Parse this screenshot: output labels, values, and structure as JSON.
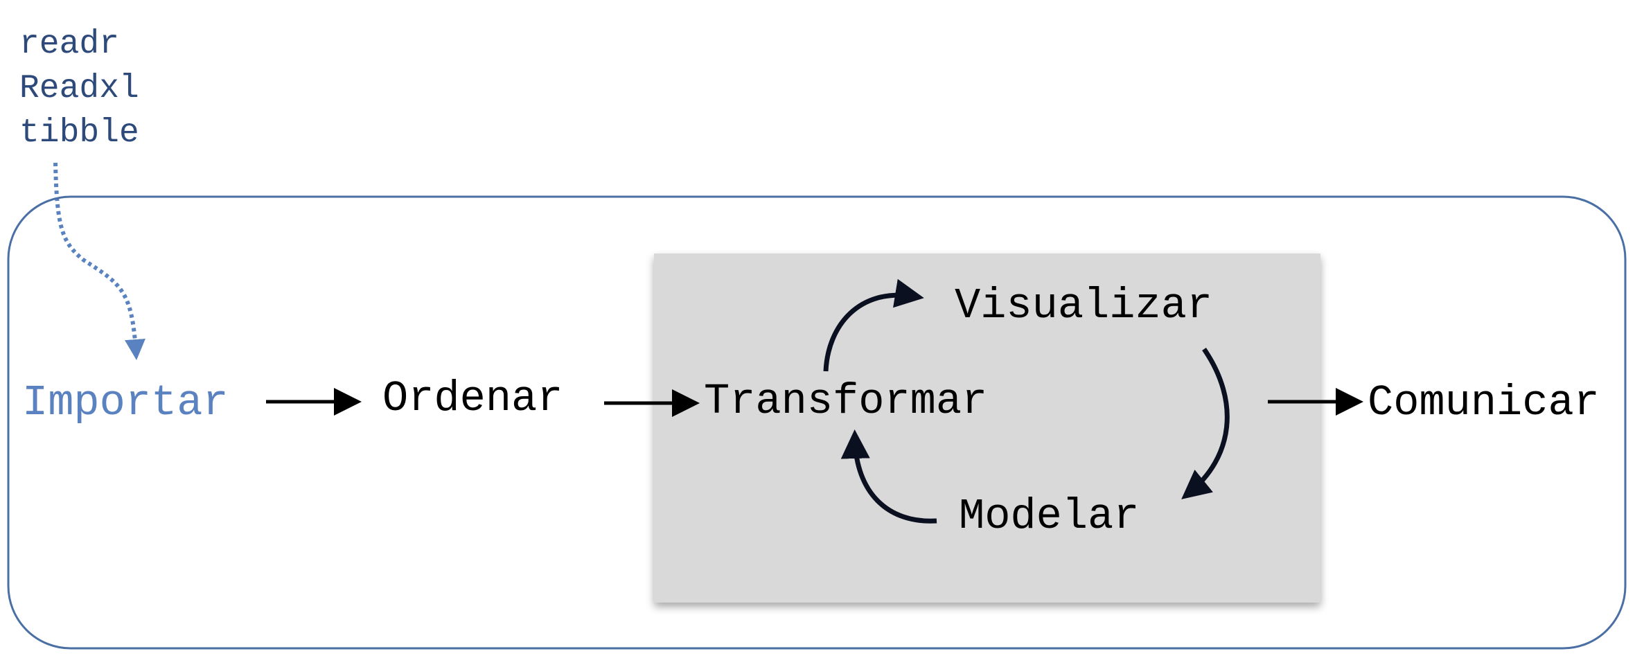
{
  "packages": [
    "readr",
    "Readxl",
    "tibble"
  ],
  "steps": {
    "import": "Importar",
    "tidy": "Ordenar",
    "transform": "Transformar",
    "visualize": "Visualizar",
    "model": "Modelar",
    "communicate": "Comunicar"
  },
  "colors": {
    "package_text": "#2d4a7a",
    "import_text": "#5b82c0",
    "outer_border": "#4a6fa5",
    "dotted_arrow": "#5b82c0",
    "inner_box": "#d9d9d9",
    "arrows": "#000000",
    "cycle_arrows": "#0a1020"
  }
}
